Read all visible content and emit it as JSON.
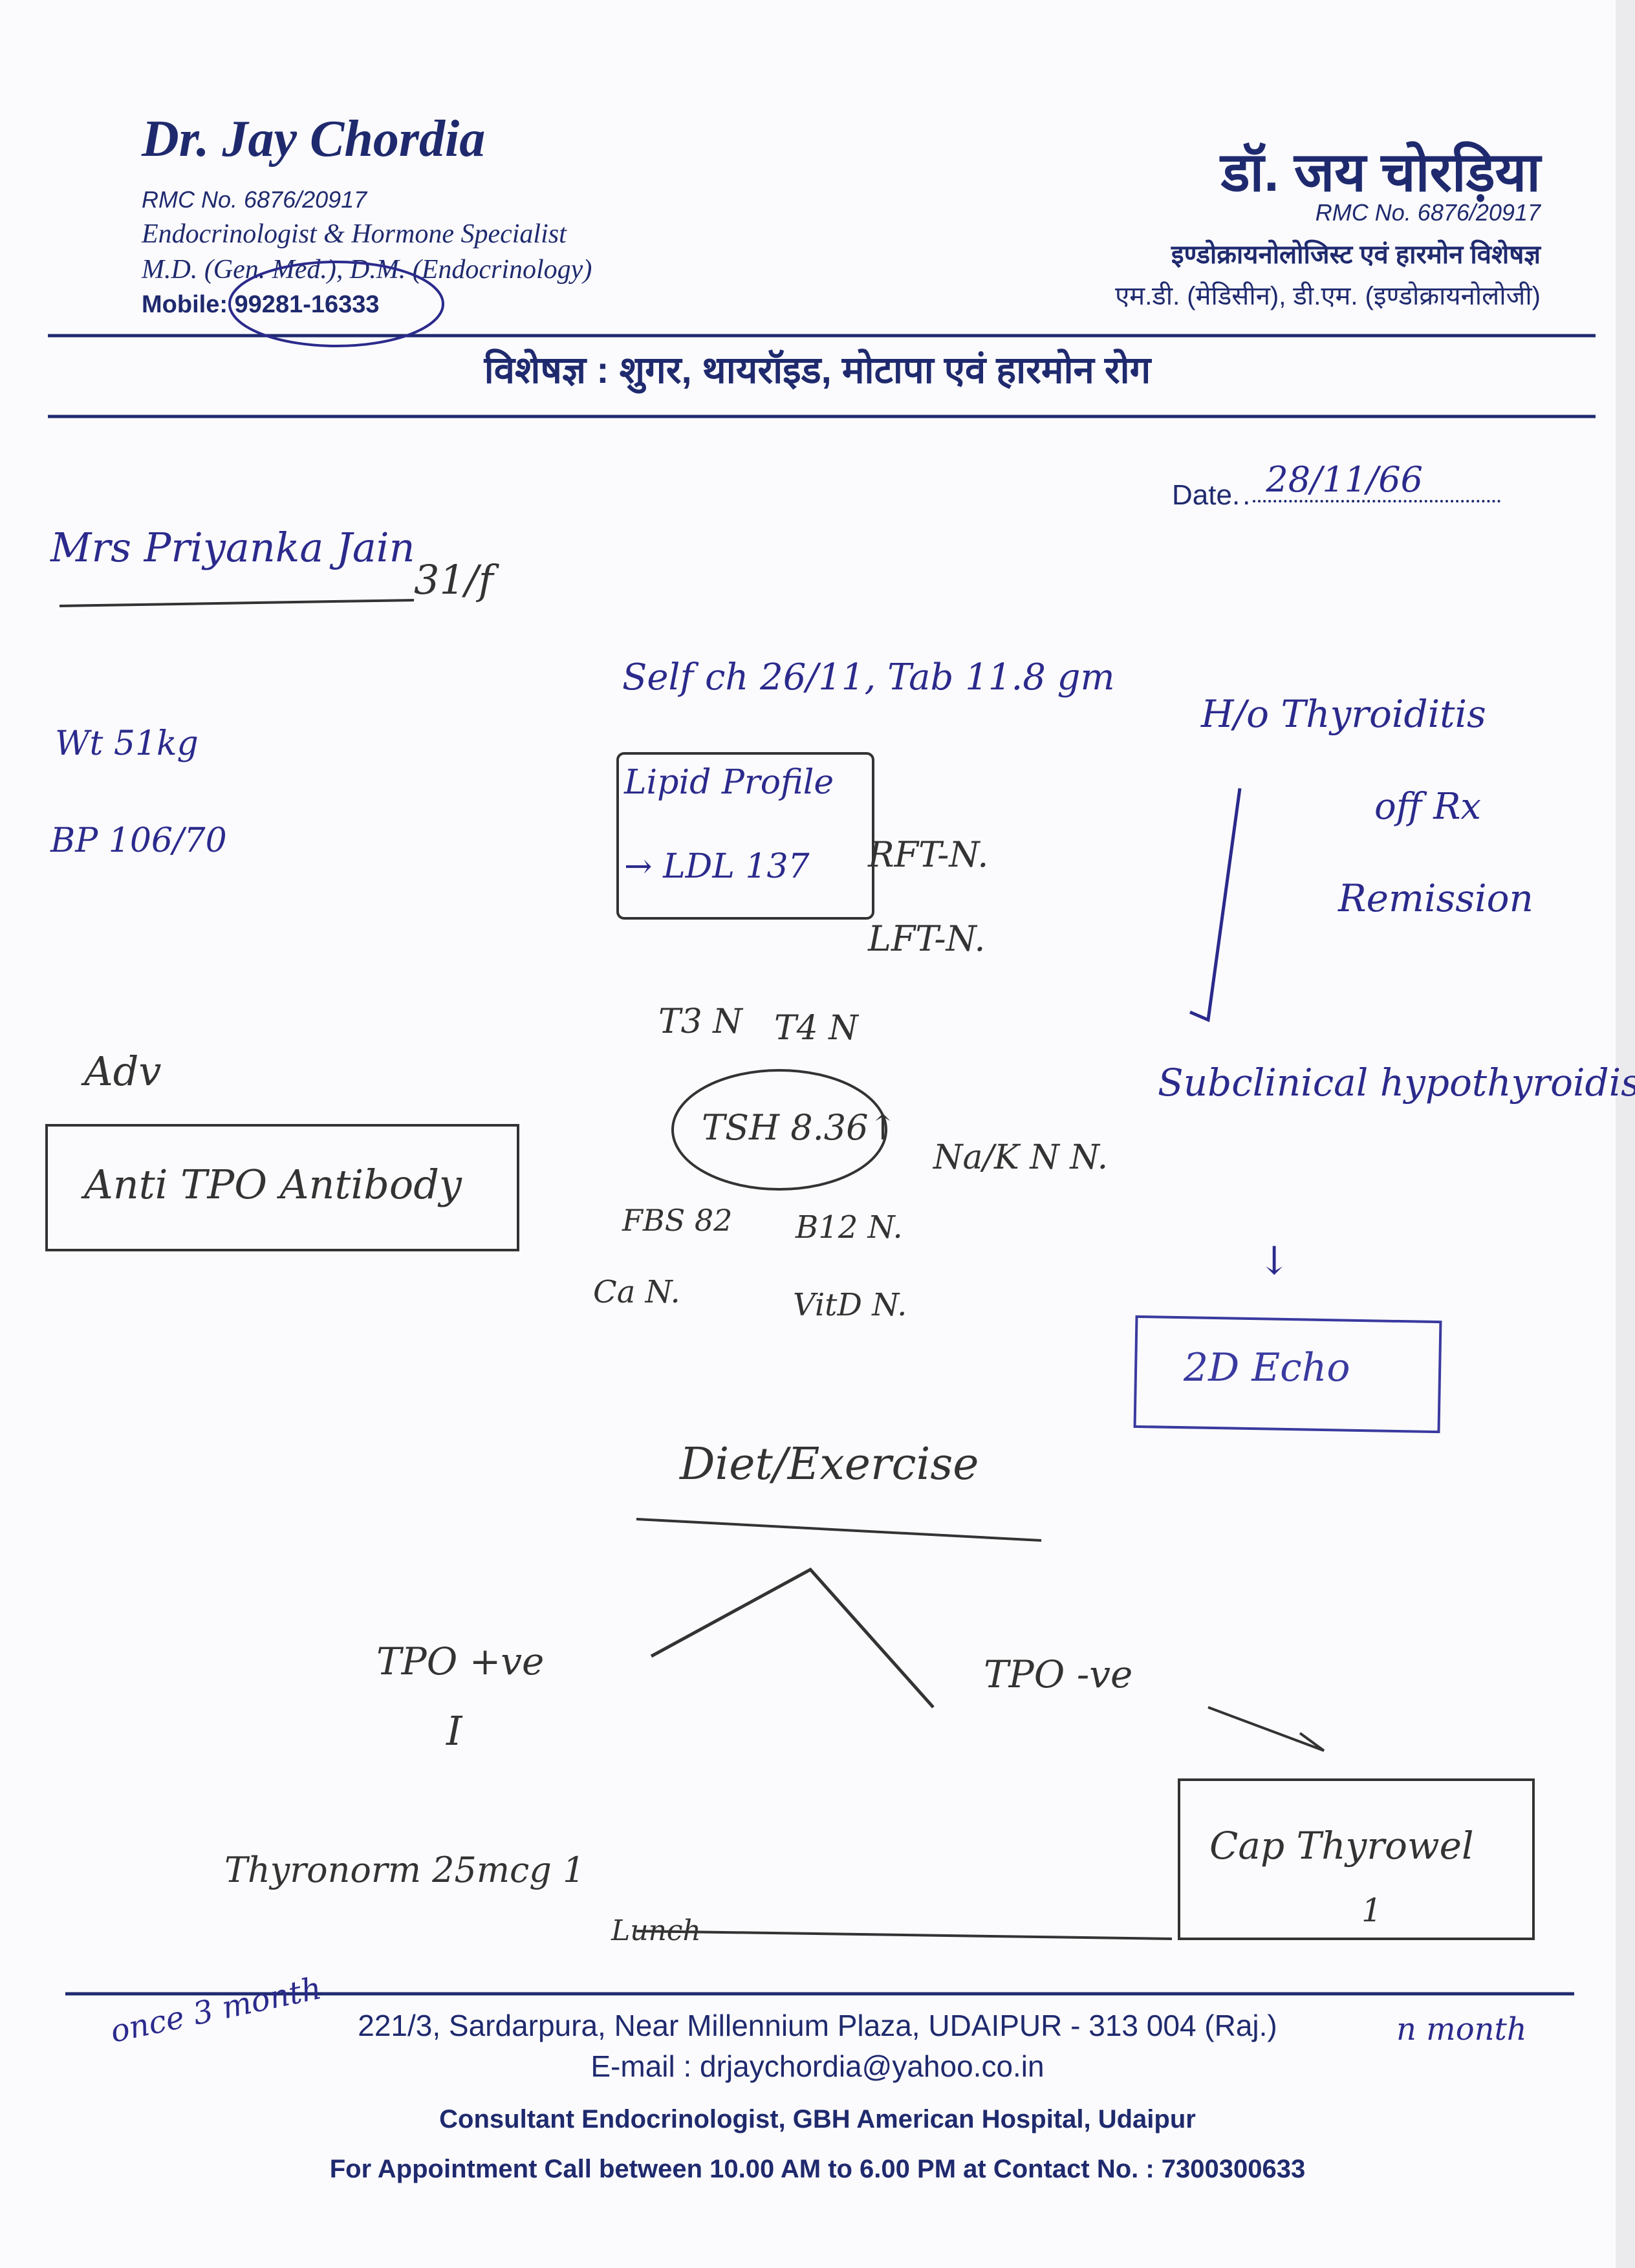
{
  "header": {
    "doctor_name_en": "Dr. Jay Chordia",
    "rmc_en": "RMC No. 6876/20917",
    "specialty_en": "Endocrinologist & Hormone Specialist",
    "degrees_en": "M.D. (Gen. Med.), D.M. (Endocrinology)",
    "mobile_label": "Mobile",
    "mobile": ": 99281-16333",
    "doctor_name_hi": "डॉ. जय चोरड़िया",
    "rmc_hi": "RMC No. 6876/20917",
    "specialty_hi": "इण्डोक्रायनोलोजिस्ट एवं हारमोन विशेषज्ञ",
    "degrees_hi": "एम.डी. (मेडिसीन), डी.एम. (इण्डोक्रायनोलोजी)",
    "specialist_line": "विशेषज्ञ : शुगर, थायरॉइड, मोटापा एवं हारमोन रोग",
    "date_label": "Date",
    "date_value": "28/11/66"
  },
  "notes": {
    "patient": "Mrs Priyanka Jain",
    "age_sex": "31/f",
    "weight": "Wt 51kg",
    "bp": "BP 106/70",
    "adv": "Adv",
    "anti_tpo": "Anti TPO Antibody",
    "self_check": "Self ch 26/11,  Tab 11.8 gm",
    "lipid_line1": "Lipid Profile",
    "lipid_line2": "→ LDL 137",
    "rft": "RFT-N.",
    "lft": "LFT-N.",
    "t3": "T3 N",
    "t4": "T4 N",
    "tsh": "TSH 8.36↑",
    "na_k": "Na/K N N.",
    "fbs": "FBS 82",
    "b12": "B12 N.",
    "ca": "Ca N.",
    "vitd": "VitD N.",
    "history": "H/o Thyroiditis",
    "off_rx": "off Rx",
    "remission": "Remission",
    "diagnosis": "Subclinical hypothyroidism",
    "down_arrow": "↓",
    "echo": "2D Echo",
    "diet": "Diet/Exercise",
    "tpo_pos": "TPO +ve",
    "tpo_pos_rx": "I",
    "tpo_neg": "TPO -ve",
    "cap": "Cap Thyrowel",
    "cap_dose": "1",
    "thyronorm": "Thyronorm 25mcg 1",
    "thyronorm_timing": "Lunch",
    "review_left": "once 3 month",
    "review_right": "n month"
  },
  "footer": {
    "address": "221/3, Sardarpura, Near Millennium Plaza, UDAIPUR - 313 004 (Raj.)",
    "email": "E-mail : drjaychordia@yahoo.co.in",
    "consultant": "Consultant Endocrinologist, GBH American Hospital, Udaipur",
    "appointment": "For Appointment Call between 10.00 AM to 6.00 PM at Contact No. : 7300300633"
  },
  "colors": {
    "print": "#1f2a6e",
    "ink": "#2b2a8c",
    "pencil": "#333"
  }
}
